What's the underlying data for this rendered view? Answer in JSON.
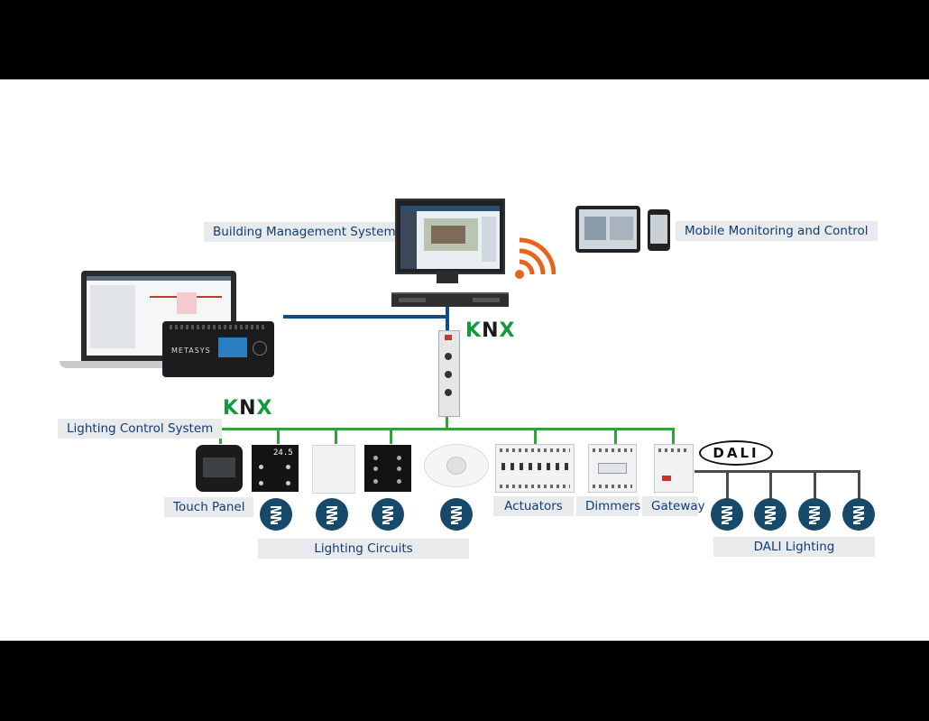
{
  "labels": {
    "bms": "Building Management System",
    "mobile": "Mobile Monitoring and Control",
    "lcs": "Lighting Control System",
    "touch_panel": "Touch Panel",
    "lighting_circuits": "Lighting Circuits",
    "actuators": "Actuators",
    "dimmers": "Dimmers",
    "gateway": "Gateway",
    "dali_lighting": "DALI Lighting"
  },
  "logos": {
    "knx_k": "K",
    "knx_n": "N",
    "knx_x": "X",
    "dali": "DALI",
    "metasys": "METASYS",
    "keypad_readout": "24.5"
  },
  "colors": {
    "bus_blue": "#0c4c8a",
    "knx_green": "#31a23d",
    "dali_gray": "#4b4b4b",
    "label_bg": "#e8eaec",
    "label_text": "#0f3c73",
    "bulb_fill": "#17496a",
    "wifi_orange": "#e8641d"
  },
  "icons": {
    "wifi": "wireless-signal-icon",
    "bulb": "light-bulb-icon"
  }
}
